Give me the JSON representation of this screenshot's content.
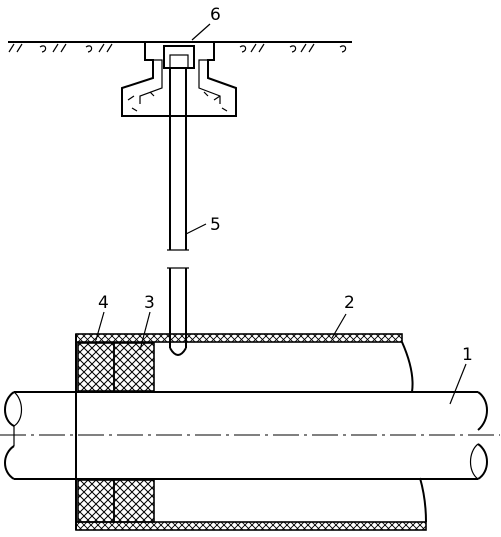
{
  "labels": {
    "pipe": "1",
    "sleeve": "2",
    "inner_packing": "3",
    "outer_packing": "4",
    "riser": "5",
    "cap": "6"
  }
}
